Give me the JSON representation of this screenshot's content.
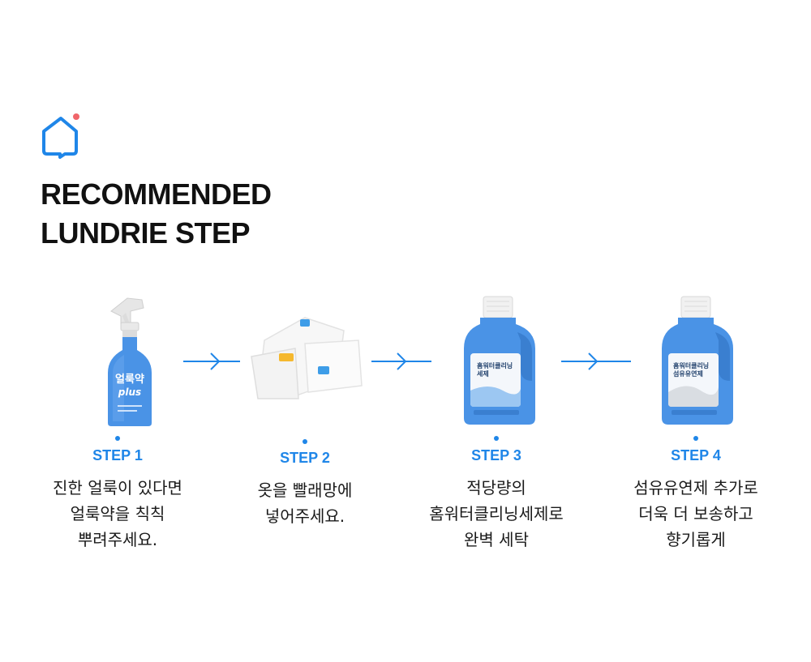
{
  "header": {
    "title_line1": "RECOMMENDED",
    "title_line2": "LUNDRIE STEP"
  },
  "colors": {
    "accent": "#1f86e8",
    "logo_dot": "#f0656a",
    "bottle": "#4a93e6"
  },
  "steps": [
    {
      "label": "STEP 1",
      "desc": [
        "진한 얼룩이 있다면",
        "얼룩약을 칙칙",
        "뿌려주세요."
      ],
      "product_text": [
        "얼룩약",
        "plus"
      ]
    },
    {
      "label": "STEP 2",
      "desc": [
        "옷을 빨래망에",
        "넣어주세요."
      ]
    },
    {
      "label": "STEP 3",
      "desc": [
        "적당량의",
        "홈워터클리닝세제로",
        "완벽 세탁"
      ],
      "product_text": [
        "홈워터클리닝",
        "세제"
      ]
    },
    {
      "label": "STEP 4",
      "desc": [
        "섬유유연제 추가로",
        "더욱 더 보송하고",
        "향기롭게"
      ],
      "product_text": [
        "홈워터클리닝",
        "섬유유연제"
      ]
    }
  ]
}
